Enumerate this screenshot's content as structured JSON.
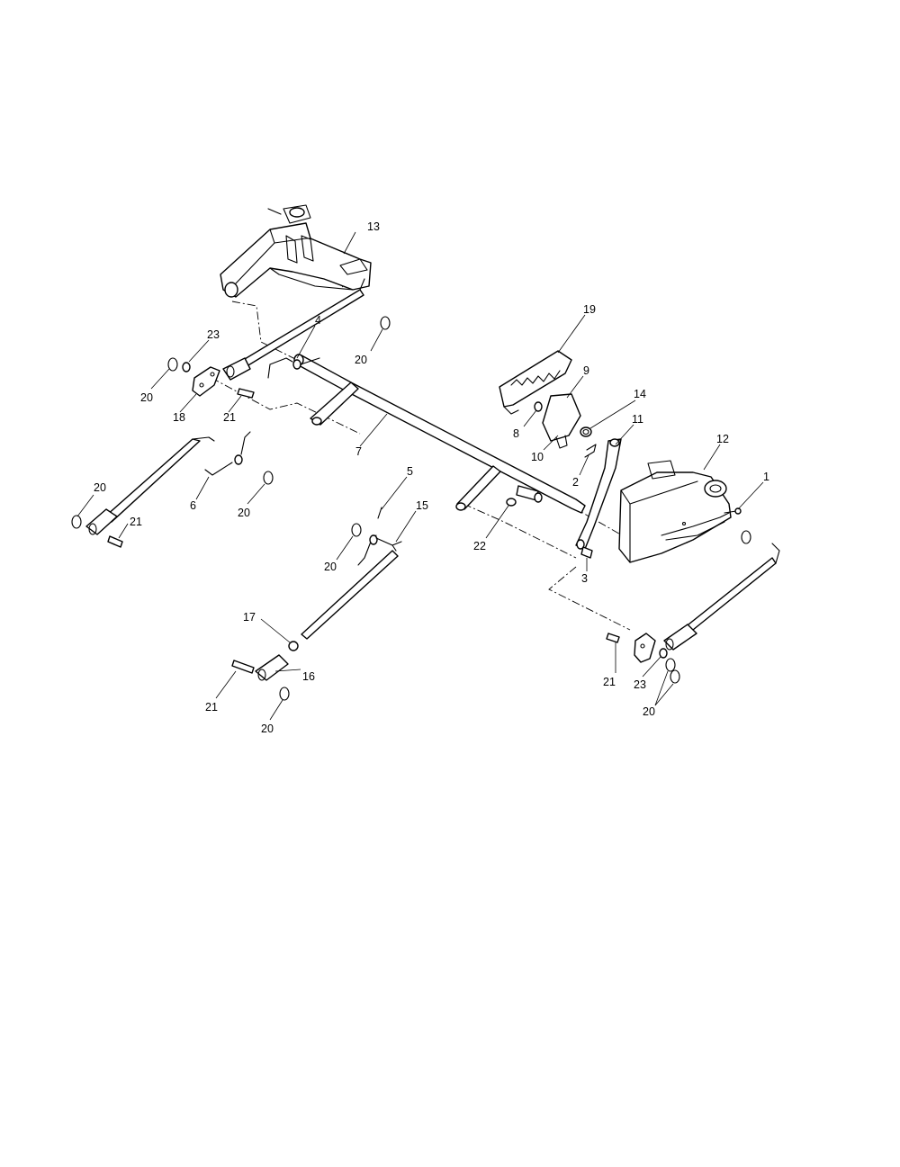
{
  "callouts": {
    "c1": "1",
    "c2": "2",
    "c3": "3",
    "c4": "4",
    "c5": "5",
    "c6": "6",
    "c7": "7",
    "c8": "8",
    "c9": "9",
    "c10": "10",
    "c11": "11",
    "c12": "12",
    "c13": "13",
    "c14": "14",
    "c15": "15",
    "c16": "16",
    "c17": "17",
    "c18": "18",
    "c19": "19",
    "c20a": "20",
    "c20b": "20",
    "c20c": "20",
    "c20d": "20",
    "c20e": "20",
    "c20f": "20",
    "c20g": "20",
    "c21a": "21",
    "c21b": "21",
    "c21c": "21",
    "c21d": "21",
    "c22": "22",
    "c23a": "23",
    "c23b": "23"
  }
}
